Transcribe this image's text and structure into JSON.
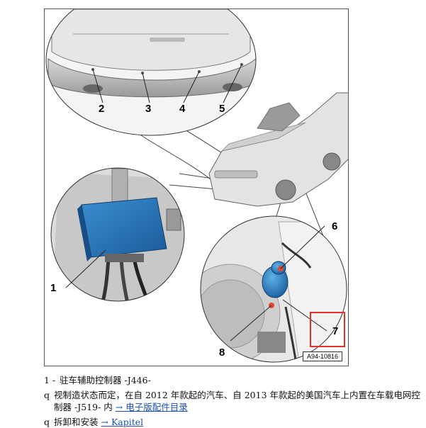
{
  "figure": {
    "figure_id": "A94-10816",
    "callouts": [
      "1",
      "2",
      "3",
      "4",
      "5",
      "6",
      "7",
      "8"
    ]
  },
  "legend": {
    "item1_number": "1 -",
    "item1_text": "驻车辅助控制器 -J446-",
    "note1_bullet": "q",
    "note1_text": "视制造状态而定，在自 2012 年款起的汽车、自 2013 年款起的美国汽车上内置在车载电网控制器 -J519- 内",
    "note1_link": "→ 电子版配件目录",
    "note2_bullet": "q",
    "note2_text": "拆卸和安装",
    "note2_link": "→ Kapitel"
  }
}
